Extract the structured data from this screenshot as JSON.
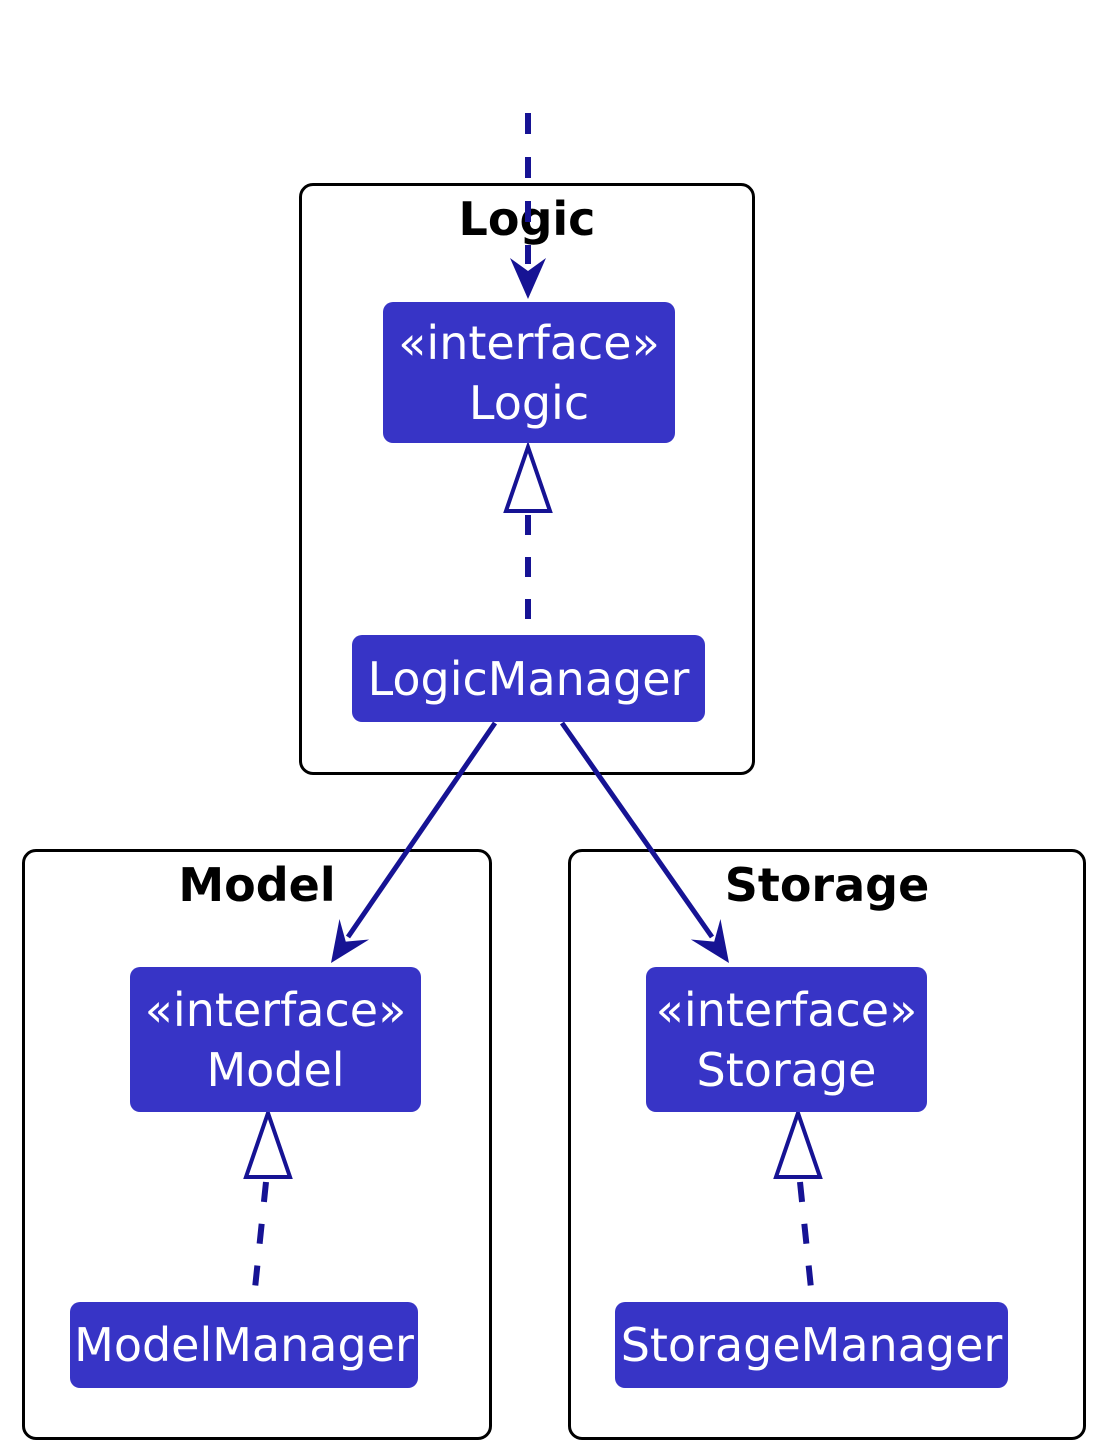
{
  "diagram": {
    "type": "uml-package-diagram",
    "colors": {
      "class_fill": "#3734c6",
      "class_text": "#ffffff",
      "arrow": "#161394",
      "package_border": "#000000",
      "package_title_text": "#000000",
      "background": "#ffffff"
    },
    "packages": [
      {
        "title": "Logic",
        "classes": [
          {
            "stereotype": "«interface»",
            "name": "Logic"
          },
          {
            "name": "LogicManager"
          }
        ]
      },
      {
        "title": "Model",
        "classes": [
          {
            "stereotype": "«interface»",
            "name": "Model"
          },
          {
            "name": "ModelManager"
          }
        ]
      },
      {
        "title": "Storage",
        "classes": [
          {
            "stereotype": "«interface»",
            "name": "Storage"
          },
          {
            "name": "StorageManager"
          }
        ]
      }
    ],
    "relationships": [
      {
        "from": "external",
        "to": "Logic",
        "type": "dashed-dependency-arrow"
      },
      {
        "from": "LogicManager",
        "to": "Logic",
        "type": "realization"
      },
      {
        "from": "LogicManager",
        "to": "Model",
        "type": "dependency-arrow"
      },
      {
        "from": "LogicManager",
        "to": "Storage",
        "type": "dependency-arrow"
      },
      {
        "from": "ModelManager",
        "to": "Model",
        "type": "realization"
      },
      {
        "from": "StorageManager",
        "to": "Storage",
        "type": "realization"
      }
    ]
  }
}
